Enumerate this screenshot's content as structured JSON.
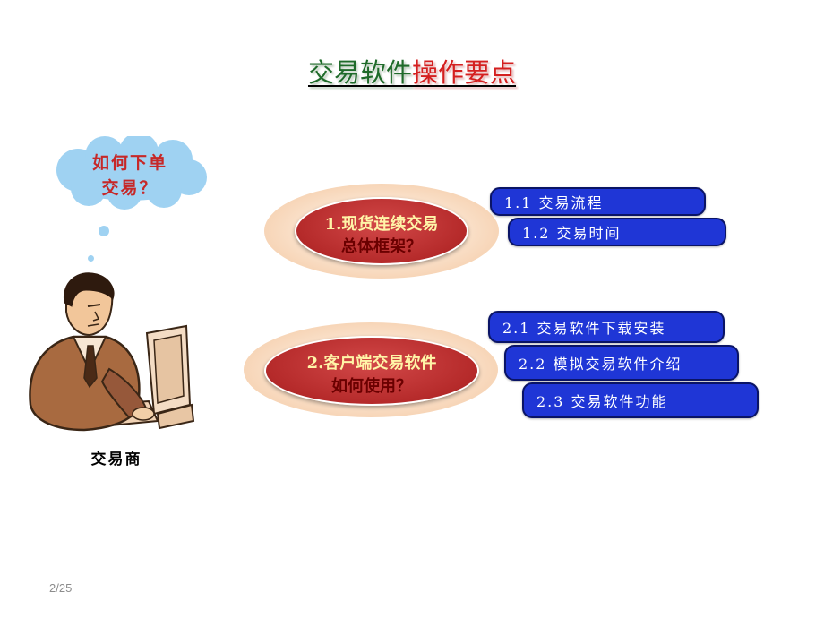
{
  "slide": {
    "title_part1": "交易软件",
    "title_part2": "操作要点",
    "page_number": "2/25"
  },
  "thought": {
    "line1": "如何下单",
    "line2": "交易？"
  },
  "trader_label": "交易商",
  "section1": {
    "line1": "1.现货连续交易",
    "line2": "总体框架？",
    "items": [
      "1.1 交易流程",
      "1.2 交易时间"
    ]
  },
  "section2": {
    "line1": "2.客户端交易软件",
    "line2": "如何使用？",
    "items": [
      "2.1 交易软件下载安装",
      "2.2 模拟交易软件介绍",
      "2.3 交易软件功能"
    ]
  },
  "colors": {
    "title_green": "#1f6b2a",
    "title_red": "#d42020",
    "pill_blue": "#1f36d6",
    "oval_red": "#b52a2a",
    "check_red": "#cc1f1f"
  }
}
